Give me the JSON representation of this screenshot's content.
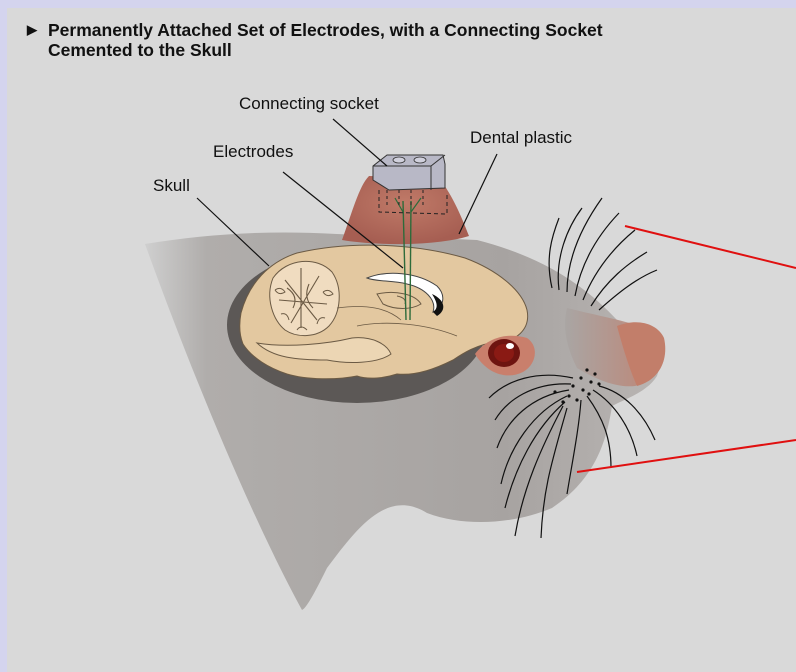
{
  "title": "Permanently Attached Set of Electrodes, with a Connecting Socket Cemented to the Skull",
  "labels": {
    "connecting_socket": "Connecting socket",
    "electrodes": "Electrodes",
    "dental_plastic": "Dental plastic",
    "skull": "Skull"
  },
  "colors": {
    "outer_border": "#d4d4ee",
    "background": "#d9d9d9",
    "head": "#a9a5a3",
    "brain": "#e3c8a0",
    "dental_plastic": "#b66c5e",
    "nose": "#c27e6a",
    "socket": "#b8b8c6",
    "lead_lines": "#e01010"
  }
}
